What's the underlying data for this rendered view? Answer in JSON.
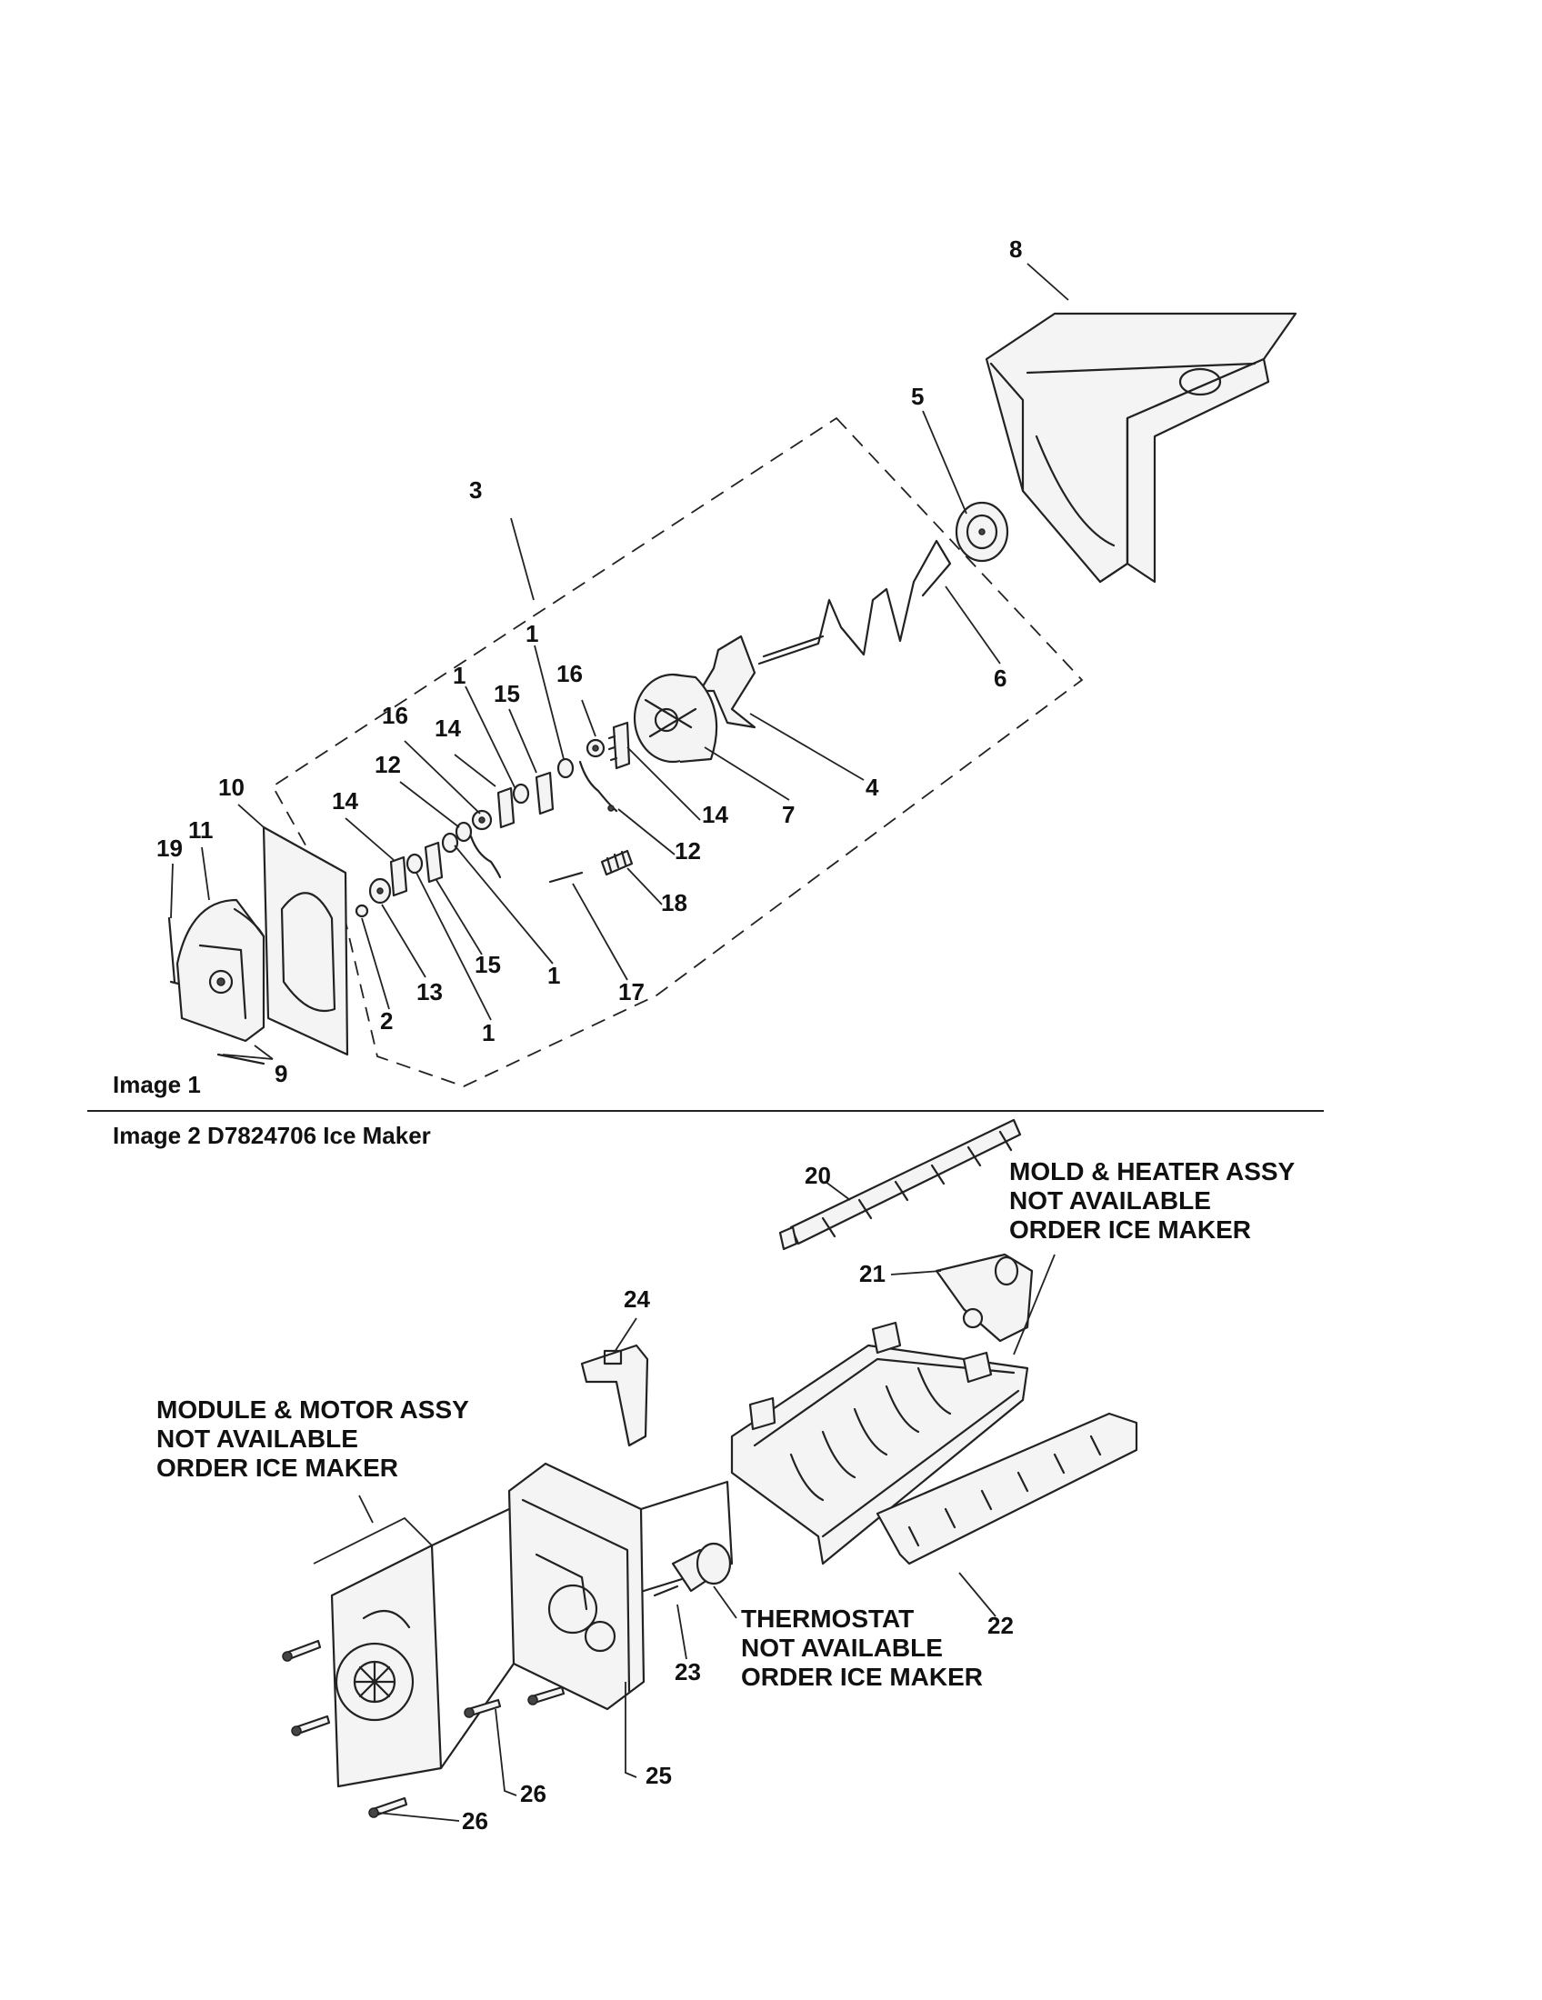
{
  "captions": {
    "image1": "Image 1",
    "image2": "Image 2  D7824706 Ice Maker"
  },
  "notes": {
    "mold_heater": [
      "MOLD & HEATER ASSY",
      "NOT AVAILABLE",
      "ORDER ICE MAKER"
    ],
    "module_motor": [
      "MODULE & MOTOR ASSY",
      "NOT AVAILABLE",
      "ORDER ICE MAKER"
    ],
    "thermostat": [
      "THERMOSTAT",
      "NOT AVAILABLE",
      "ORDER ICE MAKER"
    ]
  },
  "callouts": {
    "c1": "1",
    "c2": "2",
    "c3": "3",
    "c4": "4",
    "c5": "5",
    "c6": "6",
    "c7": "7",
    "c8": "8",
    "c9": "9",
    "c10": "10",
    "c11": "11",
    "c12": "12",
    "c13": "13",
    "c14": "14",
    "c15": "15",
    "c16": "16",
    "c17": "17",
    "c18": "18",
    "c19": "19",
    "c20": "20",
    "c21": "21",
    "c22": "22",
    "c23": "23",
    "c24": "24",
    "c25": "25",
    "c26": "26"
  }
}
